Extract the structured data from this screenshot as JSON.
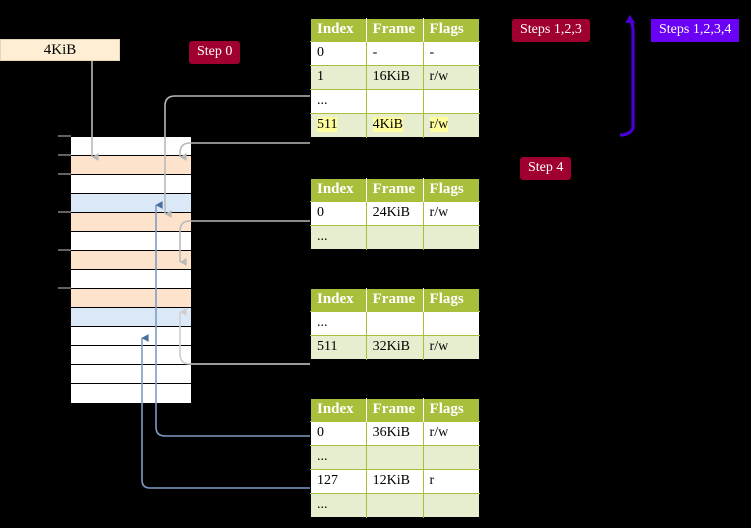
{
  "diagram": {
    "title_badges": {
      "step0": "Step 0",
      "steps123": "Steps 1,2,3",
      "steps1234": "Steps 1,2,3,4",
      "step4": "Step 4"
    },
    "size_label": "4KiB",
    "colors": {
      "badge_crimson": "#a00030",
      "badge_violet": "#6a00f4",
      "table_header": "#a8bf3c",
      "table_alt_row": "#e7eed0",
      "highlight": "#ffff9e",
      "mem_peach": "#fde3cc",
      "mem_blue": "#dbe8f8",
      "grey_arrow": "#b0b0b0",
      "blue_arrow": "#5b83b8",
      "label_box": "#fdeed4"
    },
    "memory_column": {
      "rows": [
        {
          "fill": "white"
        },
        {
          "fill": "peach"
        },
        {
          "fill": "white"
        },
        {
          "fill": "blue"
        },
        {
          "fill": "peach"
        },
        {
          "fill": "white"
        },
        {
          "fill": "peach"
        },
        {
          "fill": "white"
        },
        {
          "fill": "peach"
        },
        {
          "fill": "blue"
        },
        {
          "fill": "white"
        },
        {
          "fill": "white"
        },
        {
          "fill": "white"
        },
        {
          "fill": "white"
        }
      ]
    },
    "tables": [
      {
        "name": "pml4",
        "headers": [
          "Index",
          "Frame",
          "Flags"
        ],
        "rows": [
          {
            "cells": [
              "0",
              "-",
              "-"
            ],
            "alt": false,
            "highlight": false
          },
          {
            "cells": [
              "1",
              "16KiB",
              "r/w"
            ],
            "alt": true,
            "highlight": false
          },
          {
            "cells": [
              "...",
              "",
              ""
            ],
            "alt": false,
            "highlight": false
          },
          {
            "cells": [
              "511",
              "4KiB",
              "r/w"
            ],
            "alt": true,
            "highlight": true
          }
        ]
      },
      {
        "name": "pdpt",
        "headers": [
          "Index",
          "Frame",
          "Flags"
        ],
        "rows": [
          {
            "cells": [
              "0",
              "24KiB",
              "r/w"
            ],
            "alt": false,
            "highlight": false
          },
          {
            "cells": [
              "...",
              "",
              ""
            ],
            "alt": true,
            "highlight": false
          }
        ]
      },
      {
        "name": "pd",
        "headers": [
          "Index",
          "Frame",
          "Flags"
        ],
        "rows": [
          {
            "cells": [
              "...",
              "",
              ""
            ],
            "alt": false,
            "highlight": false
          },
          {
            "cells": [
              "511",
              "32KiB",
              "r/w"
            ],
            "alt": true,
            "highlight": false
          }
        ]
      },
      {
        "name": "pt",
        "headers": [
          "Index",
          "Frame",
          "Flags"
        ],
        "rows": [
          {
            "cells": [
              "0",
              "36KiB",
              "r/w"
            ],
            "alt": false,
            "highlight": false
          },
          {
            "cells": [
              "...",
              "",
              ""
            ],
            "alt": true,
            "highlight": false
          },
          {
            "cells": [
              "127",
              "12KiB",
              "r"
            ],
            "alt": false,
            "highlight": false
          },
          {
            "cells": [
              "...",
              "",
              ""
            ],
            "alt": true,
            "highlight": false
          }
        ]
      }
    ]
  }
}
